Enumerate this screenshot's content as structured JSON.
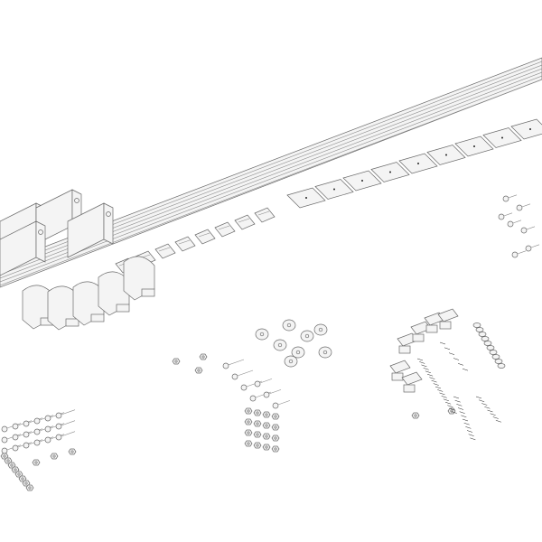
{
  "diagram": {
    "colors": {
      "line": "#6a6a6a",
      "fill": "#f4f4f4",
      "background": "#ffffff",
      "spring": "#333333"
    },
    "parts": [
      "rail",
      "wall-brackets",
      "flat-plates",
      "guide-clips",
      "roller-hangers",
      "bolts",
      "washers",
      "nuts",
      "springs"
    ]
  }
}
